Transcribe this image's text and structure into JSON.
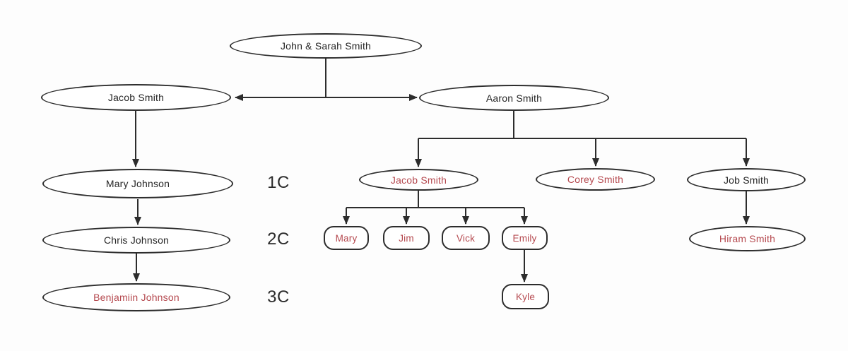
{
  "colors": {
    "highlight-red": "#b5494f",
    "line": "#2d2d2d",
    "text": "#262626",
    "background": "#fdfdfd"
  },
  "diagram": {
    "root": {
      "label": "John & Sarah Smith"
    },
    "branch_left": {
      "jacob_sr": "Jacob Smith",
      "mary_johnson": "Mary Johnson",
      "chris_johnson": "Chris Johnson",
      "benjamiin_johnson": "Benjamiin Johnson"
    },
    "branch_right": {
      "aaron": "Aaron Smith",
      "jacob_jr": "Jacob Smith",
      "corey": "Corey Smith",
      "job": "Job Smith",
      "mary": "Mary",
      "jim": "Jim",
      "vick": "Vick",
      "emily": "Emily",
      "kyle": "Kyle",
      "hiram": "Hiram Smith"
    },
    "generation_labels": {
      "first_cousin": "1C",
      "second_cousin": "2C",
      "third_cousin": "3C"
    }
  }
}
